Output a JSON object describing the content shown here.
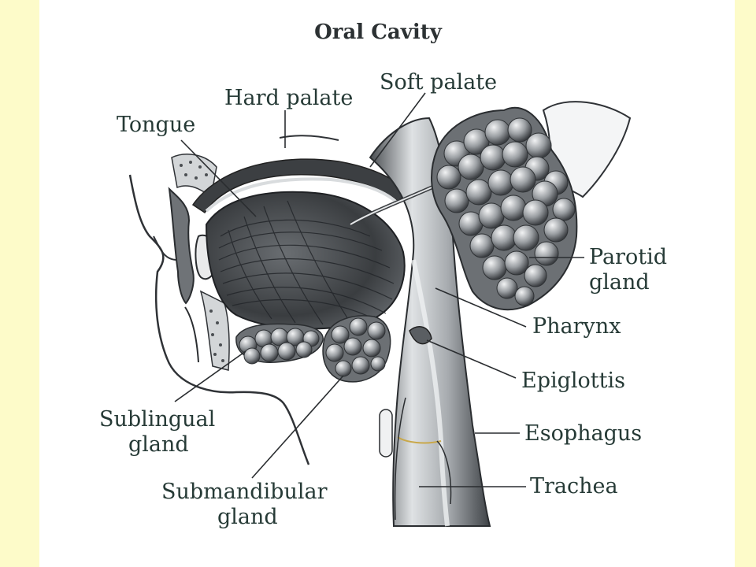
{
  "title": "Oral Cavity",
  "labels": {
    "hard_palate": "Hard palate",
    "soft_palate": "Soft palate",
    "tongue": "Tongue",
    "parotid_line1": "Parotid",
    "parotid_line2": "gland",
    "pharynx": "Pharynx",
    "epiglottis": "Epiglottis",
    "esophagus": "Esophagus",
    "trachea": "Trachea",
    "sublingual_line1": "Sublingual",
    "sublingual_line2": "gland",
    "submandibular_line1": "Submandibular",
    "submandibular_line2": "gland"
  },
  "colors": {
    "background": "#fdfbc9",
    "panel": "#ffffff",
    "tissue_dark": "#3a3d40",
    "tissue_mid": "#8a8e92",
    "tissue_light": "#c9cdd0",
    "label_text": "#263a36"
  }
}
